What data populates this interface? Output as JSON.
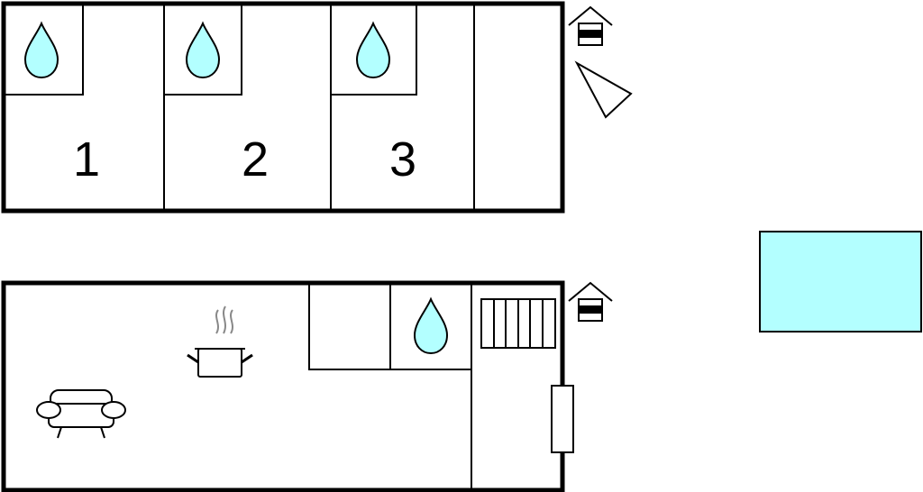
{
  "upper_floor": {
    "rooms": [
      {
        "number": "1",
        "icon": "water-drop-icon"
      },
      {
        "number": "2",
        "icon": "water-drop-icon"
      },
      {
        "number": "3",
        "icon": "water-drop-icon"
      }
    ],
    "entrance_icon": "house-entrance-icon",
    "compass_icon": "north-arrow-icon"
  },
  "ground_floor": {
    "icons": [
      "sofa-icon",
      "cooking-pot-icon",
      "water-drop-icon",
      "radiator-icon",
      "door-icon",
      "house-entrance-icon"
    ]
  },
  "pool": {
    "icon": "pool"
  },
  "colors": {
    "wall": "#000000",
    "water": "#b3ffff",
    "background": "#ffffff",
    "steam": "#888888"
  }
}
